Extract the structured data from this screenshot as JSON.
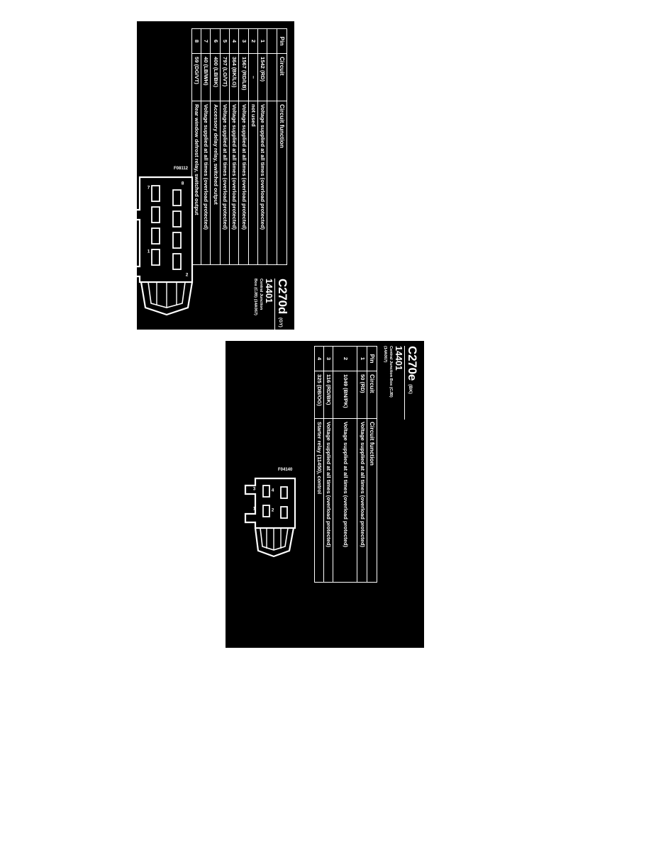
{
  "page": {
    "background": "#ffffff",
    "panel_background": "#000000",
    "ink": "#ffffff"
  },
  "connectors": [
    {
      "id": "c270d",
      "name": "C270d",
      "color_code": "(GY)",
      "part_number": "14401",
      "description": "Central Junction Box (CJB) (14A067)",
      "description_line1": "Central Junction",
      "description_line2": "Box (CJB) (14A067)",
      "diagram_ref": "F08112",
      "pin_count": 8,
      "diagram_pin_labels": [
        "8",
        "2",
        "7",
        "1"
      ],
      "table": {
        "headers": [
          "Pin",
          "Circuit",
          "Circuit function"
        ],
        "rows": [
          {
            "pin": "1",
            "circuit": "1542 (RD)",
            "function": "Voltage supplied at all times (overload protected)"
          },
          {
            "pin": "2",
            "circuit": "–",
            "function": "not used"
          },
          {
            "pin": "3",
            "circuit": "1567 (RD/LB)",
            "function": "Voltage supplied at all times (overload protected)"
          },
          {
            "pin": "4",
            "circuit": "364 (BK/LG)",
            "function": "Voltage supplied at all times (overload protected)"
          },
          {
            "pin": "5",
            "circuit": "797 (LG/VT)",
            "function": "Voltage supplied at all times (overload protected)"
          },
          {
            "pin": "6",
            "circuit": "400 (LB/BK)",
            "function": "Accessory delay relay, switched output"
          },
          {
            "pin": "7",
            "circuit": "40 (LB/WH)",
            "function": "Voltage supplied at all times (overload protected)"
          },
          {
            "pin": "8",
            "circuit": "59 (DG/VT)",
            "function": "Rear window defrost relay, switched output"
          }
        ]
      }
    },
    {
      "id": "c270e",
      "name": "C270e",
      "color_code": "(BK)",
      "part_number": "14401",
      "description": "Central Junction Box (CJB) (14A067)",
      "description_line1": "Central Junction Box (CJB)",
      "description_line2": "(14A067)",
      "diagram_ref": "F04140",
      "pin_count": 4,
      "diagram_pin_labels": [
        "4",
        "2",
        "3",
        "1"
      ],
      "table": {
        "headers": [
          "Pin",
          "Circuit",
          "Circuit function"
        ],
        "rows": [
          {
            "pin": "1",
            "circuit": "50 (RD)",
            "function": "Voltage supplied at all times (overload protected)"
          },
          {
            "pin": "2",
            "circuit": "1049 (BN/PK)",
            "function": "Voltage supplied at all times (overload protected)"
          },
          {
            "pin": "3",
            "circuit": "116 (RD/BK)",
            "function": "Voltage supplied at all times (overload protected)"
          },
          {
            "pin": "4",
            "circuit": "325 (DB/OG)",
            "function": "Starter relay (11450), control"
          }
        ]
      }
    }
  ]
}
